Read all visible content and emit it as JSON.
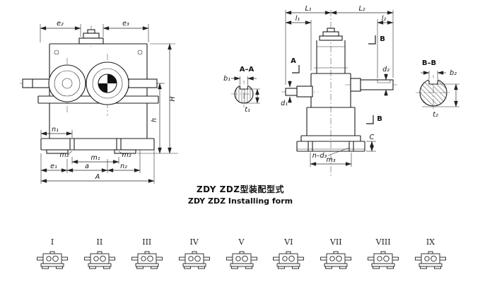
{
  "titles": {
    "cn": "ZDY ZDZ型装配型式",
    "en": "ZDY ZDZ Installing form"
  },
  "front": {
    "e2": "e₂",
    "e3": "e₃",
    "H": "H",
    "h": "h",
    "n1": "n₁",
    "m2_left": "m₂",
    "m2_right": "m₂",
    "m1": "m₁",
    "e1": "e₁",
    "a": "a",
    "n2": "n₂",
    "A": "A"
  },
  "section_aa": {
    "title": "A–A",
    "b1": "b₁",
    "t1": "t₁"
  },
  "side": {
    "L1": "L₁",
    "L2": "L₂",
    "l1": "l₁",
    "l2": "l₂",
    "B_top": "B",
    "A_mark": "A",
    "d2": "d₂",
    "d1": "d₁",
    "B_mid": "B",
    "C": "C",
    "n_d3": "n–d₃",
    "m3": "m₃"
  },
  "section_bb": {
    "title": "B–B",
    "b2": "b₂",
    "t2": "t₂"
  },
  "forms": [
    {
      "label": "I"
    },
    {
      "label": "II"
    },
    {
      "label": "III"
    },
    {
      "label": "IV"
    },
    {
      "label": "V"
    },
    {
      "label": "VI"
    },
    {
      "label": "VII"
    },
    {
      "label": "VIII"
    },
    {
      "label": "IX"
    }
  ]
}
